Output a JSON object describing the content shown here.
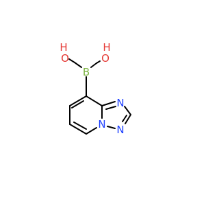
{
  "molecule": {
    "atoms": {
      "B": {
        "text": "B",
        "color": "#7CB342"
      },
      "OH_left": {
        "text_h": "H",
        "text_o": "O",
        "color": "#E53935"
      },
      "OH_right": {
        "text_h": "H",
        "text_o": "O",
        "color": "#E53935"
      },
      "N_top": {
        "text": "N",
        "color": "#1E40FF"
      },
      "N_bridge": {
        "text": "N",
        "color": "#1E40FF"
      },
      "N_bottom": {
        "text": "N",
        "color": "#1E40FF"
      }
    },
    "bond_color": "#000000"
  }
}
